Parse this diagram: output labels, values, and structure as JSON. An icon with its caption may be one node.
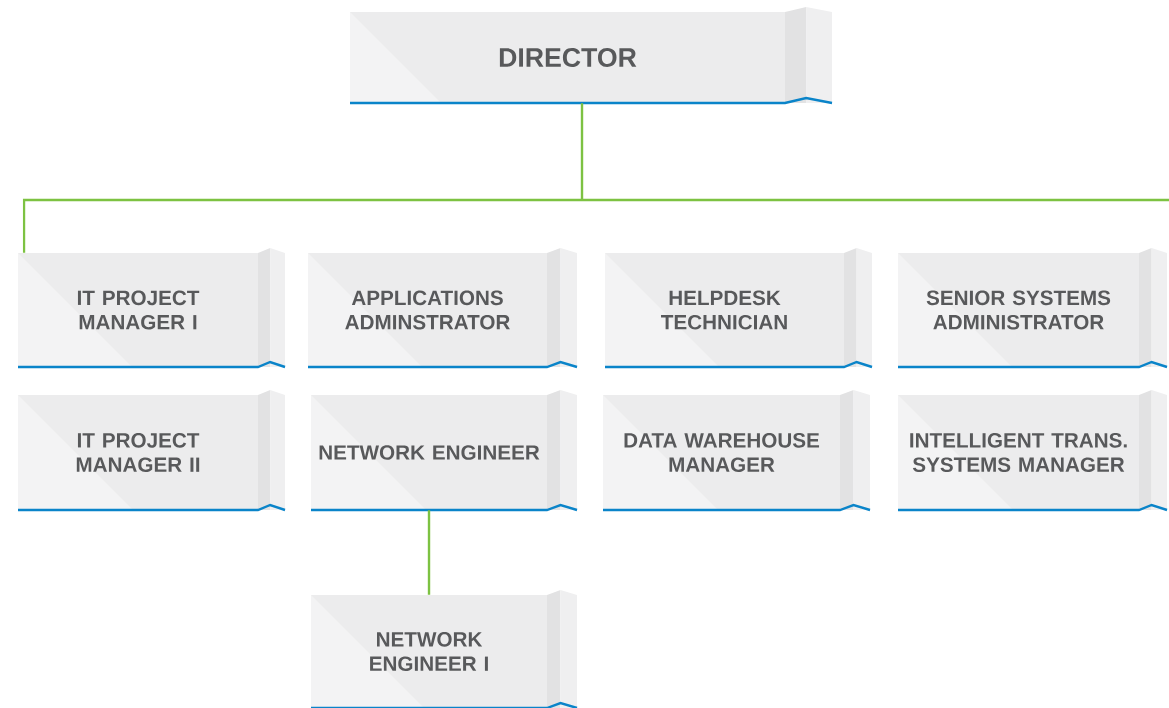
{
  "diagram": {
    "nodes": [
      {
        "text": [
          "DIRECTOR"
        ]
      },
      {
        "text": [
          "IT PROJECT MANAGER I"
        ]
      },
      {
        "text": [
          "APPLICATIONS ADMINSTRATOR"
        ]
      },
      {
        "text": [
          "HELPDESK TECHNICIAN"
        ]
      },
      {
        "text": [
          "SENIOR SYSTEMS ADMINISTRATOR"
        ]
      },
      {
        "text": [
          "IT PROJECT MANAGER II"
        ]
      },
      {
        "text": [
          "NETWORK ENGINEER"
        ]
      },
      {
        "text": [
          "DATA WAREHOUSE MANAGER"
        ]
      },
      {
        "text": [
          "INTELLIGENT TRANS. SYSTEMS MANAGER"
        ]
      },
      {
        "text": [
          "NETWORK ENGINEER I"
        ]
      }
    ],
    "edges": [
      {
        "from": 0,
        "to": 1,
        "arrow": "none"
      },
      {
        "from": 6,
        "to": 9,
        "arrow": "none"
      }
    ]
  }
}
